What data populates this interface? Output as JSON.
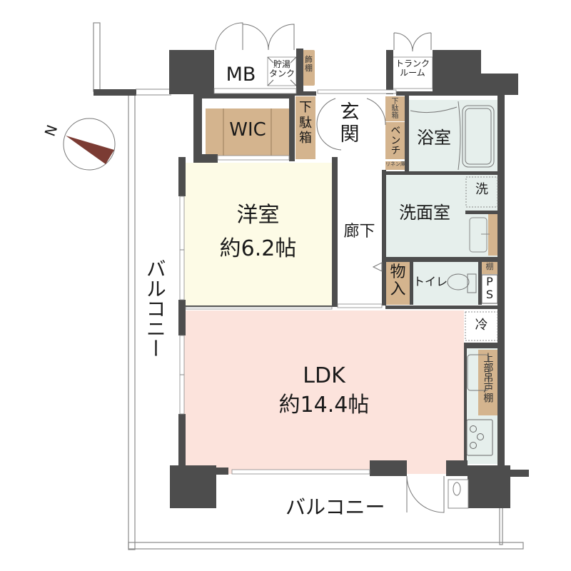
{
  "colors": {
    "wall": "#4d4d4d",
    "living": "#fce3dc",
    "western_room": "#fdfbe6",
    "wet_area": "#e6efec",
    "storage": "#d4b48e",
    "compass_needle": "#7b3b33",
    "line": "#888888"
  },
  "compass": {
    "label": "N"
  },
  "rooms": {
    "mb": "MB",
    "water_heater": "貯湯\nタンク",
    "display_shelf": "飾\n棚",
    "trunk_room": "トランク\nルーム",
    "wic": "WIC",
    "shoe_cabinet_left": "下\n駄\n箱",
    "entrance": "玄\n関",
    "shoe_cabinet_right": "下駄箱",
    "bench": "ベンチ",
    "linen": "リネン庫",
    "bathroom": "浴室",
    "western_room_name": "洋室",
    "western_room_size": "約6.2帖",
    "hallway": "廊下",
    "washroom": "洗面室",
    "washer": "洗",
    "storage": "物\n入",
    "toilet": "トイレ",
    "shelf": "棚",
    "ps": "P\nS",
    "fridge": "冷",
    "upper_cabinet": "上部吊戸棚",
    "ldk_name": "LDK",
    "ldk_size": "約14.4帖",
    "balcony_side": "バルコニー",
    "balcony_bottom": "バルコニー"
  }
}
